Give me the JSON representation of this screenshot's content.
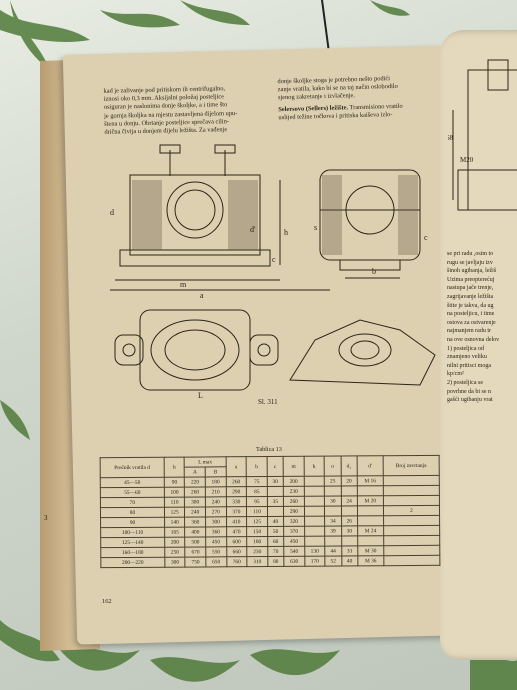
{
  "left_page": {
    "col1_lines": [
      "kad je zalivanje pod pritiskom ili centrifugalno,",
      "iznosi oko 0,3 mm. Aksijalni položaj posteljice",
      "osiguran je naslonima donje školjke, a i time što",
      "je gornja školjka na mjestu zastavljena dijelom upu-",
      "štena u donju. Obrtanje posteljice sprečava cilin-",
      "drična čivija u donjem dijelu ležišta. Za vađenje"
    ],
    "col2_lines": [
      "donje školjke stoga je potrebno nešto podići",
      "zanje vratila, kako bi se na taj način oslobodilo",
      "sjenog zakretanje i izvlačenje."
    ],
    "col2_heading": "Selersovo (Sellers) ležište.",
    "col2_heading_rest": "Transmisiono vratilo",
    "col2_line_after": "uslijed težine točkova i pritiska kaiševa izlo-",
    "figure_caption": "Sl. 311",
    "table_title": "Tablica 13",
    "page_number": "162",
    "margin_mark": "3"
  },
  "table": {
    "headers": [
      "Prečnik vratila d",
      "h",
      "L max",
      "a",
      "b",
      "c",
      "m",
      "k",
      "o",
      "d₂",
      "d'",
      "Broj zavrtanja"
    ],
    "lmax_sub": [
      "A",
      "B"
    ],
    "rows": [
      [
        "45—50",
        "90",
        "220",
        "180",
        "260",
        "75",
        "30",
        "200",
        "",
        "25",
        "20",
        "M 16",
        ""
      ],
      [
        "55—60",
        "100",
        "260",
        "210",
        "290",
        "85",
        "",
        "230",
        "",
        "",
        "",
        "",
        ""
      ],
      [
        "70",
        "110",
        "300",
        "240",
        "330",
        "95",
        "35",
        "260",
        "",
        "30",
        "24",
        "M 20",
        ""
      ],
      [
        "80",
        "125",
        "240",
        "270",
        "370",
        "110",
        "",
        "290",
        "",
        "",
        "",
        "",
        "2"
      ],
      [
        "90",
        "140",
        "360",
        "300",
        "410",
        "125",
        "40",
        "320",
        "",
        "34",
        "26",
        "",
        ""
      ],
      [
        "100—110",
        "165",
        "400",
        "360",
        "470",
        "150",
        "50",
        "370",
        "",
        "39",
        "30",
        "M 24",
        ""
      ],
      [
        "125—140",
        "200",
        "500",
        "450",
        "600",
        "180",
        "60",
        "450",
        "",
        "",
        "",
        "",
        ""
      ],
      [
        "160—180",
        "250",
        "670",
        "550",
        "660",
        "230",
        "70",
        "540",
        "130",
        "44",
        "33",
        "M 30",
        ""
      ],
      [
        "200—220",
        "300",
        "750",
        "650",
        "760",
        "310",
        "80",
        "630",
        "170",
        "52",
        "40",
        "M 36",
        ""
      ]
    ]
  },
  "drawing_labels": {
    "fig1": [
      "d",
      "m",
      "a",
      "h",
      "c",
      "d'",
      "L"
    ],
    "fig2": [
      "b",
      "c",
      "s"
    ],
    "right": [
      "M20",
      "68"
    ]
  },
  "right_page": {
    "lines": [
      "se pri radu ,osim to",
      "rugu se javljaju izv",
      "šinoh ugibanja, ležiš",
      "Uzima preopterećuj",
      "nastupa jače trenje,",
      "zagrijavanje ležišta",
      "štite je takva, da ug",
      "na posteljicu, i time",
      "ostova za ostvarenje",
      "najmanjem radu tr",
      "na ove osnovna delov",
      "1) posteljica od",
      "znamjeno veliku",
      "nilni pritisci moga",
      "kp/cm²",
      "2) posteljica se",
      "povrhne da bi se n",
      "gašći ugibanju vrat"
    ]
  }
}
